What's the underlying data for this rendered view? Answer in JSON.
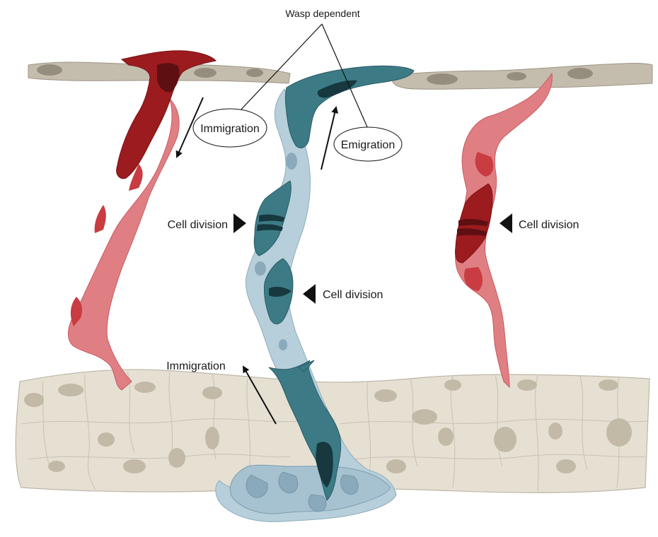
{
  "labels": {
    "wasp_dependent": "Wasp dependent",
    "immigration_bubble": "Immigration",
    "emigration_bubble": "Emigration",
    "cell_division_left": "Cell division",
    "cell_division_right": "Cell division",
    "cell_division_middle": "Cell division",
    "immigration_lower": "Immigration"
  },
  "colors": {
    "tissue_fill": "#e6e0d3",
    "tissue_stroke": "#bdb6a6",
    "tissue_spot": "#c2b9a7",
    "top_bar_fill": "#c4bcad",
    "top_bar_spot": "#958d7e",
    "red_light": "#e07f83",
    "red_mid": "#c83c42",
    "red_dark": "#9c1b1e",
    "red_darkest": "#5e0f12",
    "teal_light": "#b6cfdb",
    "teal_mid": "#3c7b86",
    "teal_dark": "#22525c",
    "teal_darkest": "#17383f",
    "arrow": "#111111"
  }
}
